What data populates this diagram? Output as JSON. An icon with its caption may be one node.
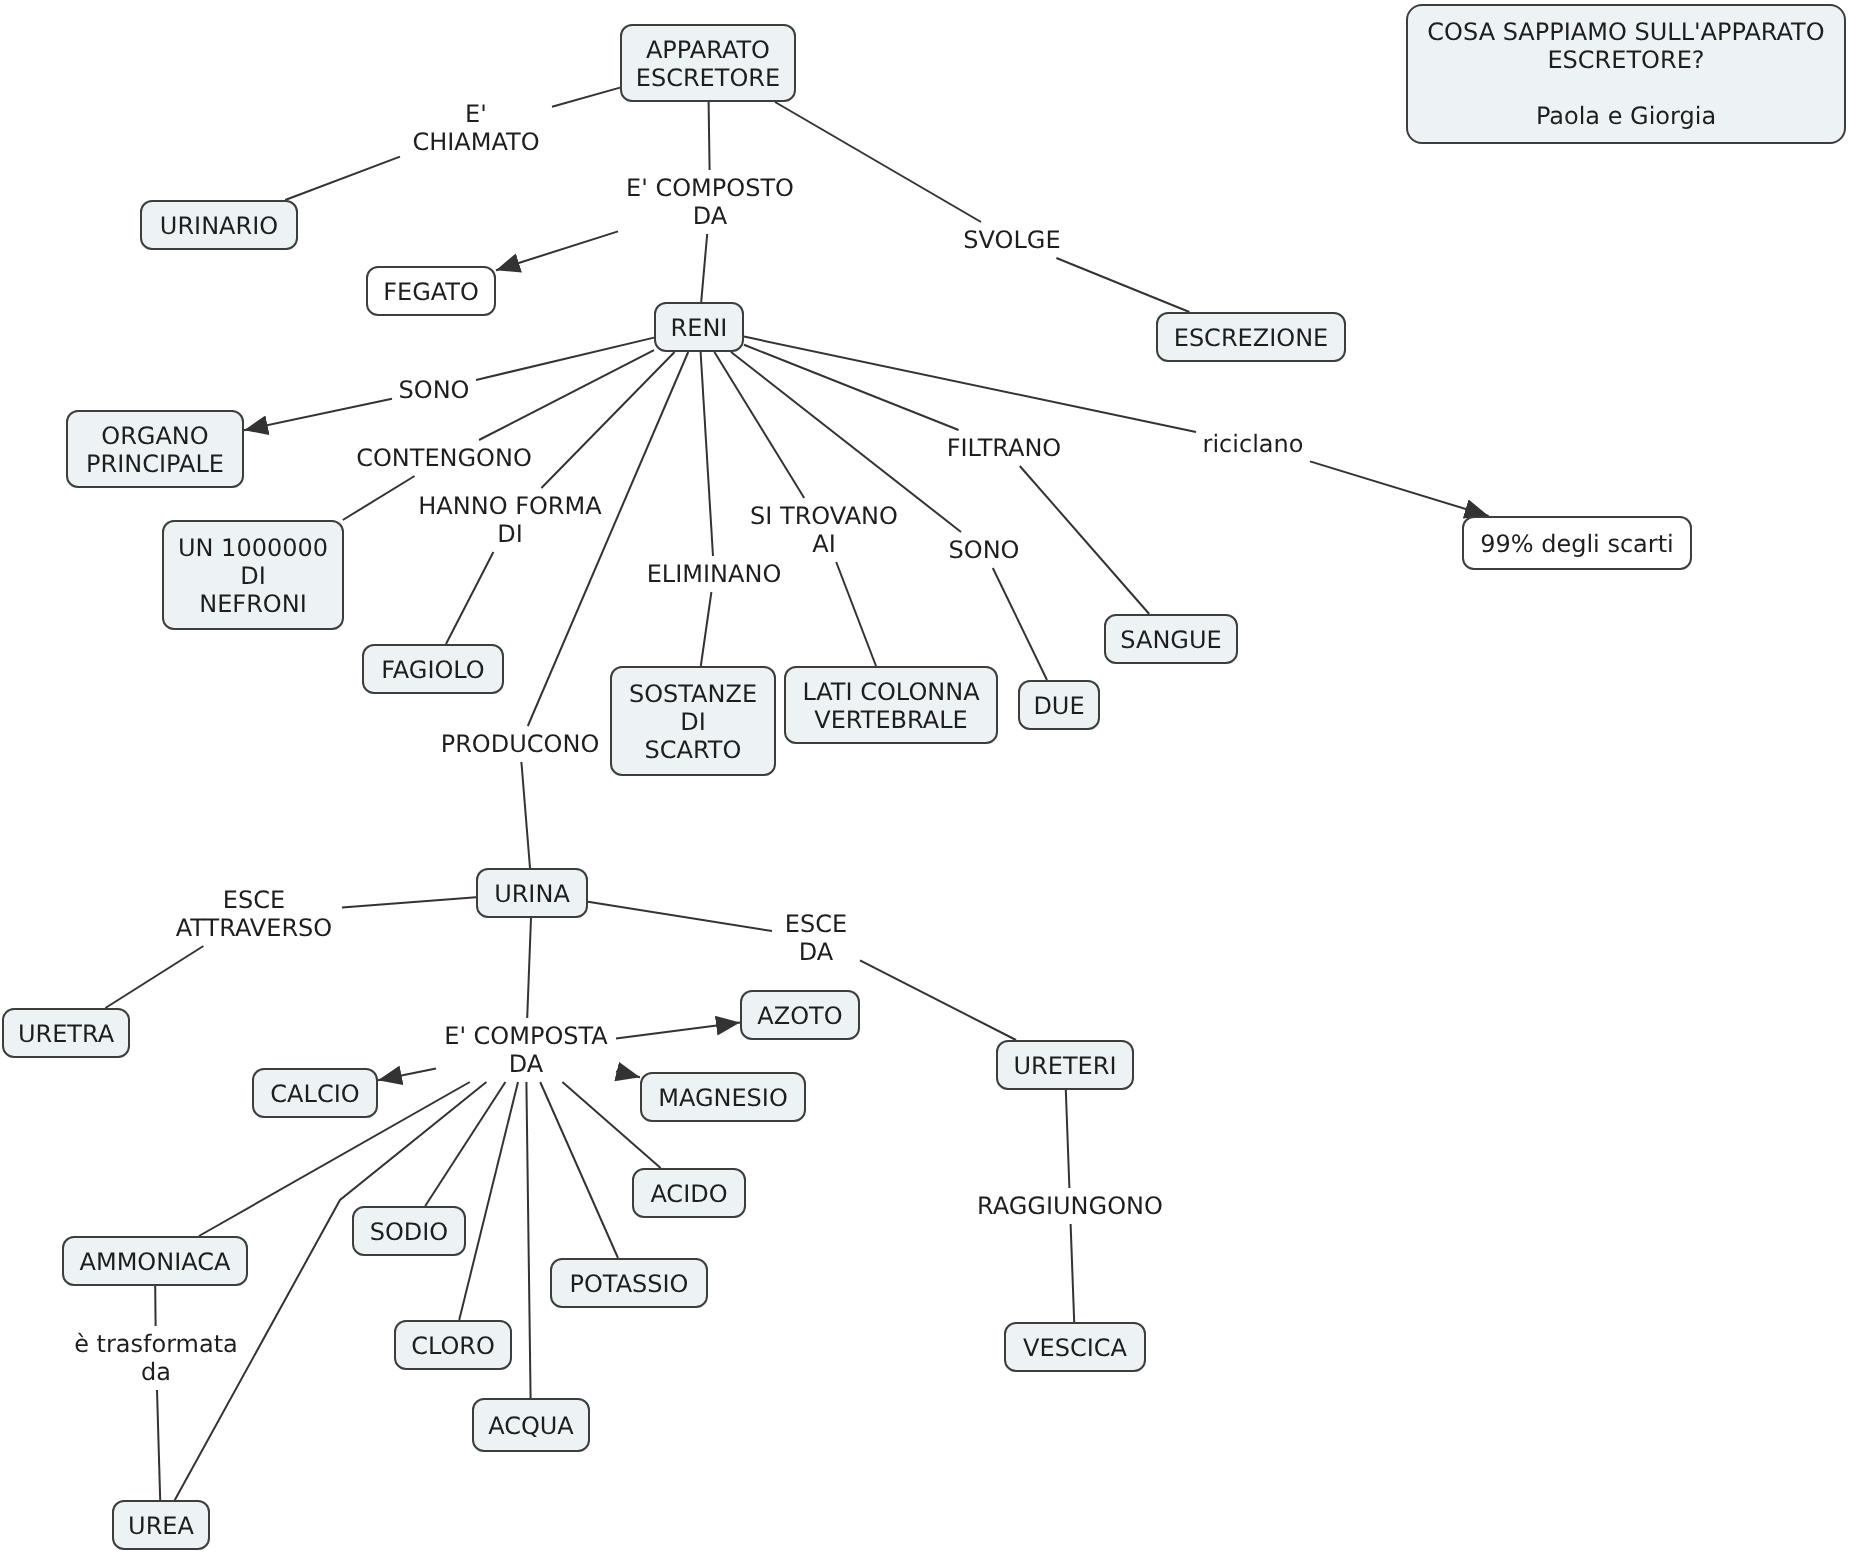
{
  "diagram": {
    "nodes": [
      {
        "text": [
          "COSA SAPPIAMO SULL'APPARATO ESCRETORE?",
          "Paola e Giorgia"
        ]
      },
      {
        "text": [
          "APPARATO ESCRETORE"
        ]
      },
      {
        "text": [
          "E' CHIAMATO"
        ]
      },
      {
        "text": [
          "URINARIO"
        ]
      },
      {
        "text": [
          "E' COMPOSTO DA"
        ]
      },
      {
        "text": [
          "FEGATO"
        ]
      },
      {
        "text": [
          "SVOLGE"
        ]
      },
      {
        "text": [
          "ESCREZIONE"
        ]
      },
      {
        "text": [
          "RENI"
        ]
      },
      {
        "text": [
          "SONO"
        ]
      },
      {
        "text": [
          "ORGANO PRINCIPALE"
        ]
      },
      {
        "text": [
          "CONTENGONO"
        ]
      },
      {
        "text": [
          "UN 1000000 DI NEFRONI"
        ]
      },
      {
        "text": [
          "HANNO FORMA DI"
        ]
      },
      {
        "text": [
          "FAGIOLO"
        ]
      },
      {
        "text": [
          "ELIMINANO"
        ]
      },
      {
        "text": [
          "SOSTANZE DI SCARTO"
        ]
      },
      {
        "text": [
          "SI TROVANO AI"
        ]
      },
      {
        "text": [
          "LATI COLONNA VERTEBRALE"
        ]
      },
      {
        "text": [
          "SONO"
        ]
      },
      {
        "text": [
          "DUE"
        ]
      },
      {
        "text": [
          "FILTRANO"
        ]
      },
      {
        "text": [
          "SANGUE"
        ]
      },
      {
        "text": [
          "riciclano"
        ]
      },
      {
        "text": [
          "99% degli scarti"
        ]
      },
      {
        "text": [
          "PRODUCONO"
        ]
      },
      {
        "text": [
          "URINA"
        ]
      },
      {
        "text": [
          "ESCE ATTRAVERSO"
        ]
      },
      {
        "text": [
          "URETRA"
        ]
      },
      {
        "text": [
          "ESCE DA"
        ]
      },
      {
        "text": [
          "URETERI"
        ]
      },
      {
        "text": [
          "RAGGIUNGONO"
        ]
      },
      {
        "text": [
          "VESCICA"
        ]
      },
      {
        "text": [
          "E' COMPOSTA DA"
        ]
      },
      {
        "text": [
          "AZOTO"
        ]
      },
      {
        "text": [
          "CALCIO"
        ]
      },
      {
        "text": [
          "MAGNESIO"
        ]
      },
      {
        "text": [
          "ACIDO"
        ]
      },
      {
        "text": [
          "SODIO"
        ]
      },
      {
        "text": [
          "AMMONIACA"
        ]
      },
      {
        "text": [
          "POTASSIO"
        ]
      },
      {
        "text": [
          "CLORO"
        ]
      },
      {
        "text": [
          "ACQUA"
        ]
      },
      {
        "text": [
          "è trasformata da"
        ]
      },
      {
        "text": [
          "UREA"
        ]
      }
    ],
    "edges": [
      {
        "from": 1,
        "to": 2,
        "arrow": "none"
      },
      {
        "from": 2,
        "to": 3,
        "arrow": "none"
      },
      {
        "from": 1,
        "to": 4,
        "arrow": "none"
      },
      {
        "from": 4,
        "to": 5,
        "arrow": "to"
      },
      {
        "from": 4,
        "to": 8,
        "arrow": "none"
      },
      {
        "from": 1,
        "to": 6,
        "arrow": "none"
      },
      {
        "from": 6,
        "to": 7,
        "arrow": "none"
      },
      {
        "from": 8,
        "to": 9,
        "arrow": "none"
      },
      {
        "from": 9,
        "to": 10,
        "arrow": "to"
      },
      {
        "from": 8,
        "to": 11,
        "arrow": "none"
      },
      {
        "from": 11,
        "to": 12,
        "arrow": "none"
      },
      {
        "from": 8,
        "to": 13,
        "arrow": "none"
      },
      {
        "from": 13,
        "to": 14,
        "arrow": "none"
      },
      {
        "from": 8,
        "to": 15,
        "arrow": "none"
      },
      {
        "from": 15,
        "to": 16,
        "arrow": "none"
      },
      {
        "from": 8,
        "to": 17,
        "arrow": "none"
      },
      {
        "from": 17,
        "to": 18,
        "arrow": "none"
      },
      {
        "from": 8,
        "to": 19,
        "arrow": "none"
      },
      {
        "from": 19,
        "to": 20,
        "arrow": "none"
      },
      {
        "from": 8,
        "to": 21,
        "arrow": "none"
      },
      {
        "from": 21,
        "to": 22,
        "arrow": "none"
      },
      {
        "from": 8,
        "to": 23,
        "arrow": "none"
      },
      {
        "from": 23,
        "to": 24,
        "arrow": "to"
      },
      {
        "from": 8,
        "to": 25,
        "arrow": "none"
      },
      {
        "from": 25,
        "to": 26,
        "arrow": "none"
      },
      {
        "from": 26,
        "to": 27,
        "arrow": "none"
      },
      {
        "from": 27,
        "to": 28,
        "arrow": "none"
      },
      {
        "from": 26,
        "to": 29,
        "arrow": "none"
      },
      {
        "from": 29,
        "to": 30,
        "arrow": "none"
      },
      {
        "from": 30,
        "to": 31,
        "arrow": "none"
      },
      {
        "from": 31,
        "to": 32,
        "arrow": "none"
      },
      {
        "from": 26,
        "to": 33,
        "arrow": "none"
      },
      {
        "from": 33,
        "to": 34,
        "arrow": "to"
      },
      {
        "from": 33,
        "to": 35,
        "arrow": "to"
      },
      {
        "from": 33,
        "to": 36,
        "arrow": "to"
      },
      {
        "from": 33,
        "to": 37,
        "arrow": "none"
      },
      {
        "from": 33,
        "to": 38,
        "arrow": "none"
      },
      {
        "from": 33,
        "to": 44,
        "arrow": "none"
      },
      {
        "from": 33,
        "to": 39,
        "arrow": "none"
      },
      {
        "from": 33,
        "to": 40,
        "arrow": "none"
      },
      {
        "from": 33,
        "to": 41,
        "arrow": "none"
      },
      {
        "from": 33,
        "to": 42,
        "arrow": "none"
      },
      {
        "from": 39,
        "to": 43,
        "arrow": "none"
      },
      {
        "from": 43,
        "to": 44,
        "arrow": "none"
      }
    ]
  }
}
